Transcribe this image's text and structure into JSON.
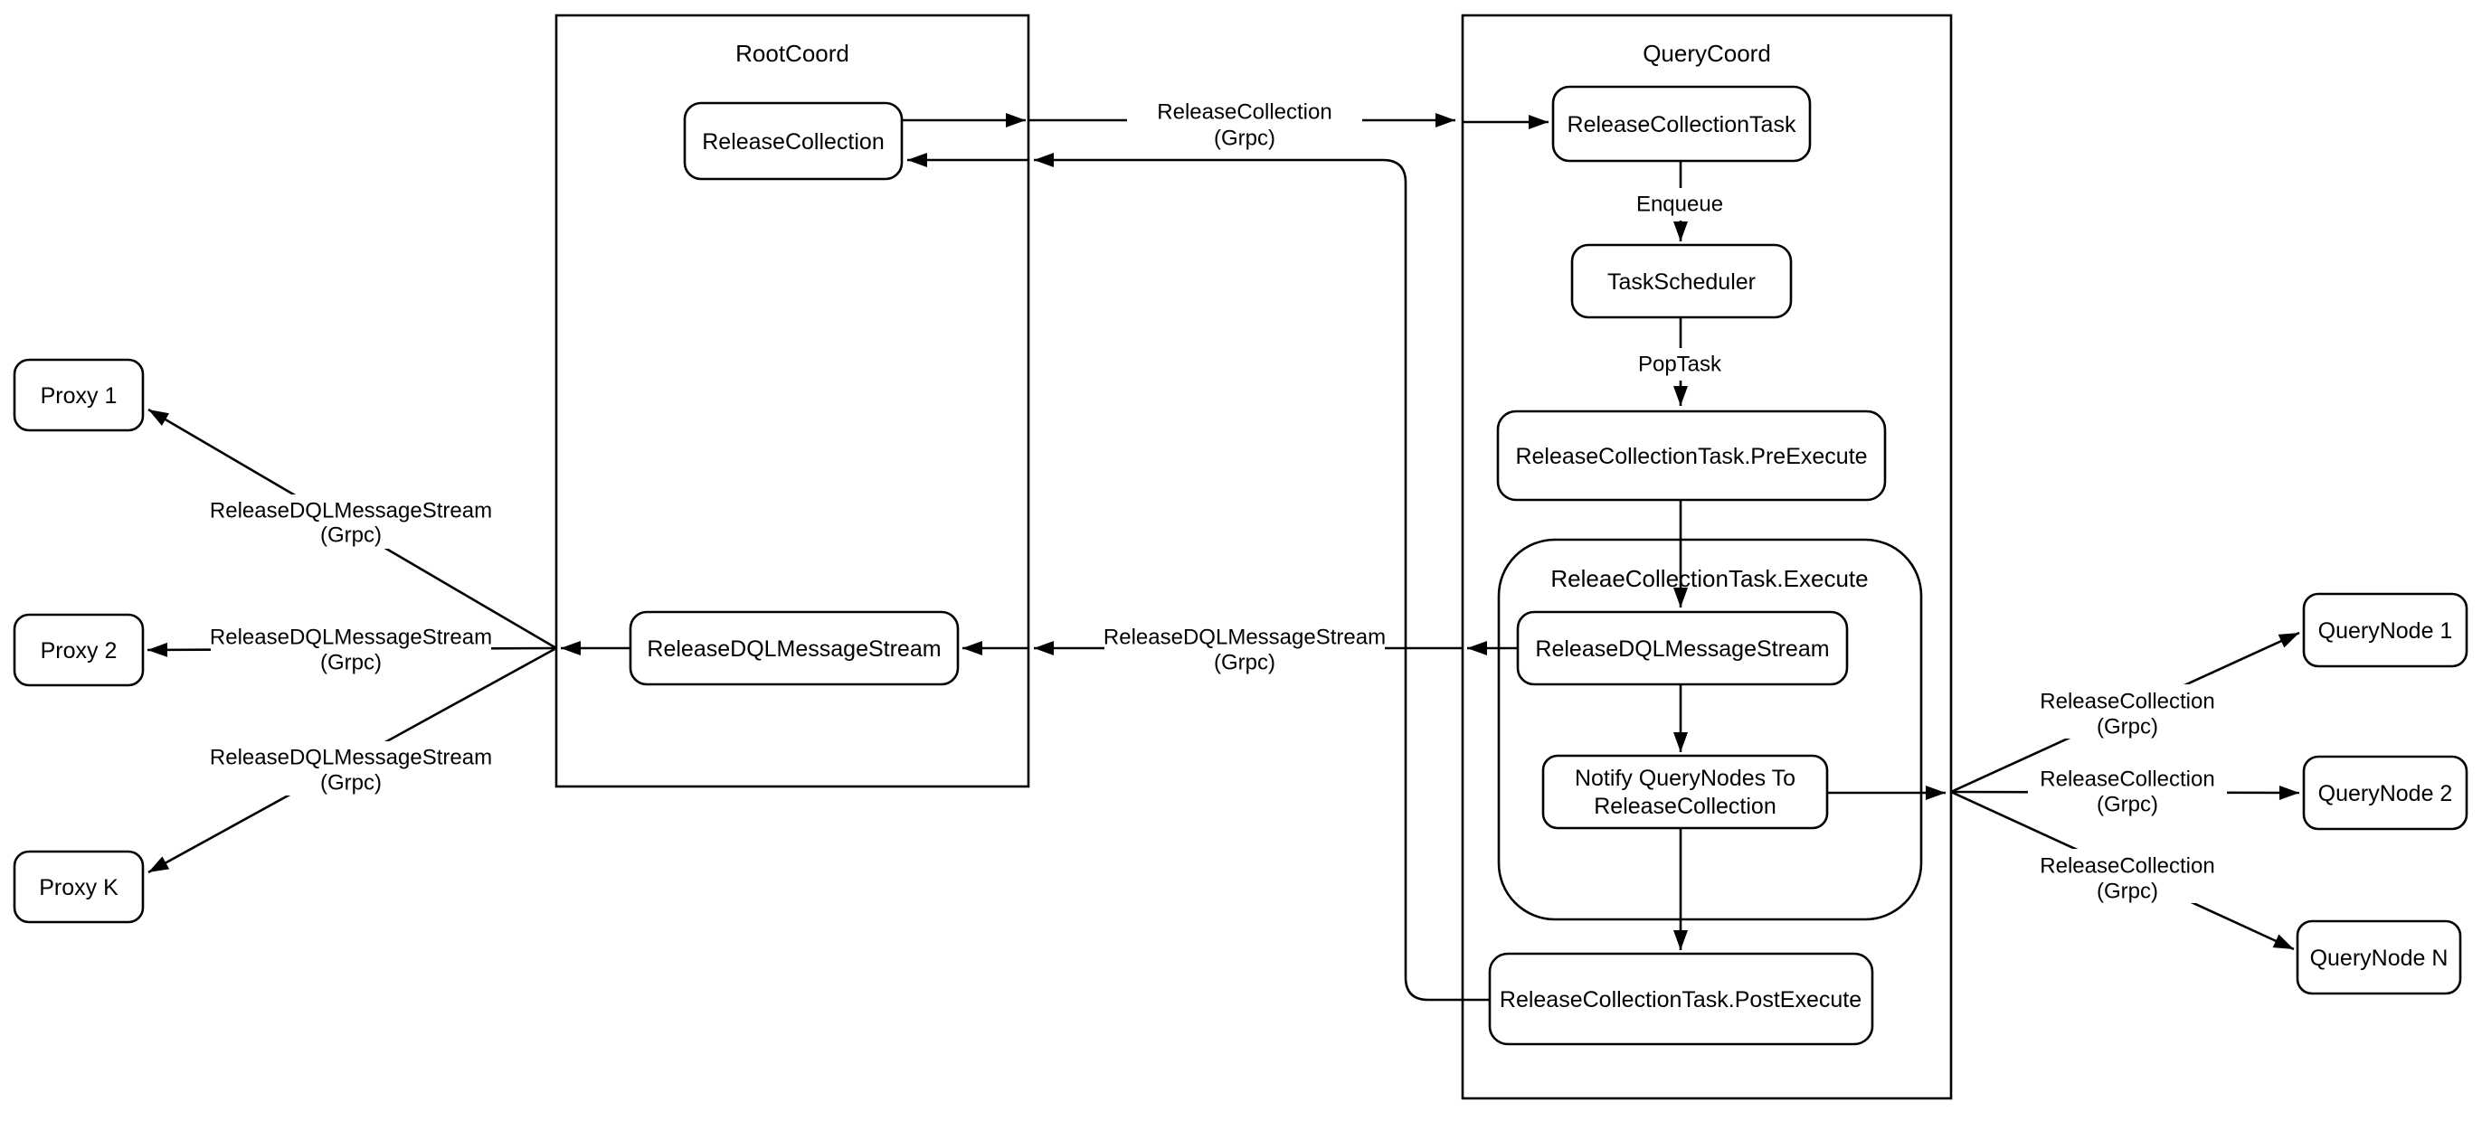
{
  "diagram": {
    "background_color": "#ffffff",
    "line_color": "#000000",
    "containers": {
      "rootcoord": {
        "title": "RootCoord"
      },
      "querycoord": {
        "title": "QueryCoord"
      },
      "execute_group": {
        "title": "ReleaeCollectionTask.Execute"
      }
    },
    "nodes": {
      "proxy1": {
        "label": "Proxy 1"
      },
      "proxy2": {
        "label": "Proxy 2"
      },
      "proxyk": {
        "label": "Proxy K"
      },
      "release_collection": {
        "label": "ReleaseCollection"
      },
      "root_dql_stream": {
        "label": "ReleaseDQLMessageStream"
      },
      "release_collection_task": {
        "label": "ReleaseCollectionTask"
      },
      "task_scheduler": {
        "label": "TaskScheduler"
      },
      "pre_execute": {
        "label": "ReleaseCollectionTask.PreExecute"
      },
      "exec_dql_stream": {
        "label": "ReleaseDQLMessageStream"
      },
      "notify_querynodes": {
        "line1": "Notify QueryNodes To",
        "line2": "ReleaseCollection"
      },
      "post_execute": {
        "label": "ReleaseCollectionTask.PostExecute"
      },
      "querynode1": {
        "label": "QueryNode 1"
      },
      "querynode2": {
        "label": "QueryNode 2"
      },
      "querynoden": {
        "label": "QueryNode N"
      }
    },
    "edge_labels": {
      "release_collection_grpc": {
        "line1": "ReleaseCollection",
        "line2": "(Grpc)"
      },
      "enqueue": {
        "text": "Enqueue"
      },
      "poptask": {
        "text": "PopTask"
      },
      "dql_mid": {
        "line1": "ReleaseDQLMessageStream",
        "line2": "(Grpc)"
      },
      "dql_proxy1": {
        "line1": "ReleaseDQLMessageStream",
        "line2": "(Grpc)"
      },
      "dql_proxy2": {
        "line1": "ReleaseDQLMessageStream",
        "line2": "(Grpc)"
      },
      "dql_proxyk": {
        "line1": "ReleaseDQLMessageStream",
        "line2": "(Grpc)"
      },
      "rc_querynode1": {
        "line1": "ReleaseCollection",
        "line2": "(Grpc)"
      },
      "rc_querynode2": {
        "line1": "ReleaseCollection",
        "line2": "(Grpc)"
      },
      "rc_querynoden": {
        "line1": "ReleaseCollection",
        "line2": "(Grpc)"
      }
    }
  }
}
